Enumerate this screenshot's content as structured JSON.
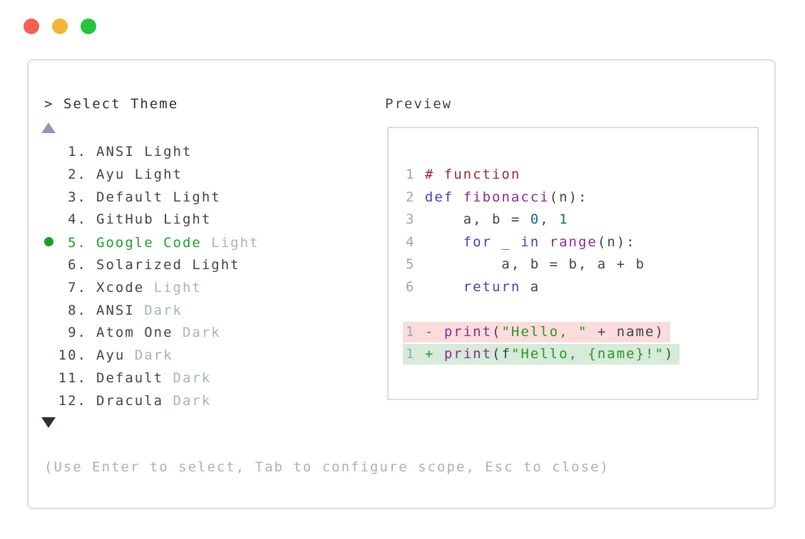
{
  "colors": {
    "text": "#3e434b",
    "text-strong": "#2b2f36",
    "dim": "#a7b1c0",
    "lnum": "#9aa4b3",
    "green": "#1d9c2b",
    "comment": "#962a2a",
    "keyword": "#3847ae",
    "func": "#842b8e",
    "number": "#0d6e72",
    "string": "#2c9427",
    "sign-minus": "#bb4040",
    "sign-plus": "#2e8b3a",
    "removed-bg": "#fadcdc",
    "added-bg": "#d6ebda",
    "border": "#d9dde3",
    "tri-up": "#8e9bae",
    "traffic-red": "#f25f57",
    "traffic-yellow": "#f1b434",
    "traffic-green": "#26c33f"
  },
  "window": {
    "traffic_lights": [
      {
        "name": "close-button",
        "color_key": "traffic-red"
      },
      {
        "name": "minimize-button",
        "color_key": "traffic-yellow"
      },
      {
        "name": "zoom-button",
        "color_key": "traffic-green"
      }
    ]
  },
  "selector": {
    "prompt": "> Select Theme",
    "items": [
      {
        "number": "1.",
        "name": "ANSI",
        "variant": "Light",
        "variant_dim": false,
        "selected": false
      },
      {
        "number": "2.",
        "name": "Ayu",
        "variant": "Light",
        "variant_dim": false,
        "selected": false
      },
      {
        "number": "3.",
        "name": "Default",
        "variant": "Light",
        "variant_dim": false,
        "selected": false
      },
      {
        "number": "4.",
        "name": "GitHub",
        "variant": "Light",
        "variant_dim": false,
        "selected": false
      },
      {
        "number": "5.",
        "name": "Google Code",
        "variant": "Light",
        "variant_dim": true,
        "selected": true
      },
      {
        "number": "6.",
        "name": "Solarized",
        "variant": "Light",
        "variant_dim": false,
        "selected": false
      },
      {
        "number": "7.",
        "name": "Xcode",
        "variant": "Light",
        "variant_dim": true,
        "selected": false
      },
      {
        "number": "8.",
        "name": "ANSI",
        "variant": "Dark",
        "variant_dim": true,
        "selected": false
      },
      {
        "number": "9.",
        "name": "Atom One",
        "variant": "Dark",
        "variant_dim": true,
        "selected": false
      },
      {
        "number": "10.",
        "name": "Ayu",
        "variant": "Dark",
        "variant_dim": true,
        "selected": false
      },
      {
        "number": "11.",
        "name": "Default",
        "variant": "Dark",
        "variant_dim": true,
        "selected": false
      },
      {
        "number": "12.",
        "name": "Dracula",
        "variant": "Dark",
        "variant_dim": true,
        "selected": false
      }
    ],
    "hint": "(Use Enter to select, Tab to configure scope, Esc to close)"
  },
  "preview": {
    "title": "Preview",
    "code_lines": [
      {
        "num": "1",
        "tokens": [
          [
            "# function",
            "comment"
          ]
        ]
      },
      {
        "num": "2",
        "tokens": [
          [
            "def",
            "keyword"
          ],
          [
            " ",
            ""
          ],
          [
            "fibonacci",
            "func"
          ],
          [
            "(n):",
            ""
          ]
        ]
      },
      {
        "num": "3",
        "tokens": [
          [
            "    a, b = ",
            ""
          ],
          [
            "0",
            "number"
          ],
          [
            ", ",
            ""
          ],
          [
            "1",
            "number"
          ]
        ]
      },
      {
        "num": "4",
        "tokens": [
          [
            "    ",
            ""
          ],
          [
            "for",
            "keyword"
          ],
          [
            " _ ",
            ""
          ],
          [
            "in",
            "keyword"
          ],
          [
            " ",
            ""
          ],
          [
            "range",
            "func"
          ],
          [
            "(n):",
            ""
          ]
        ]
      },
      {
        "num": "5",
        "tokens": [
          [
            "        a, b = b, a + b",
            ""
          ]
        ]
      },
      {
        "num": "6",
        "tokens": [
          [
            "    ",
            ""
          ],
          [
            "return",
            "keyword"
          ],
          [
            " a",
            ""
          ]
        ]
      }
    ],
    "diff_lines": [
      {
        "num": "1",
        "sign": "-",
        "kind": "removed",
        "tokens": [
          [
            "print",
            "func"
          ],
          [
            "(",
            ""
          ],
          [
            "\"Hello, \"",
            "string"
          ],
          [
            " + name)",
            ""
          ]
        ]
      },
      {
        "num": "1",
        "sign": "+",
        "kind": "added",
        "tokens": [
          [
            "print",
            "func"
          ],
          [
            "(f",
            ""
          ],
          [
            "\"Hello, {name}!\"",
            "string"
          ],
          [
            ")",
            ""
          ]
        ]
      }
    ]
  }
}
